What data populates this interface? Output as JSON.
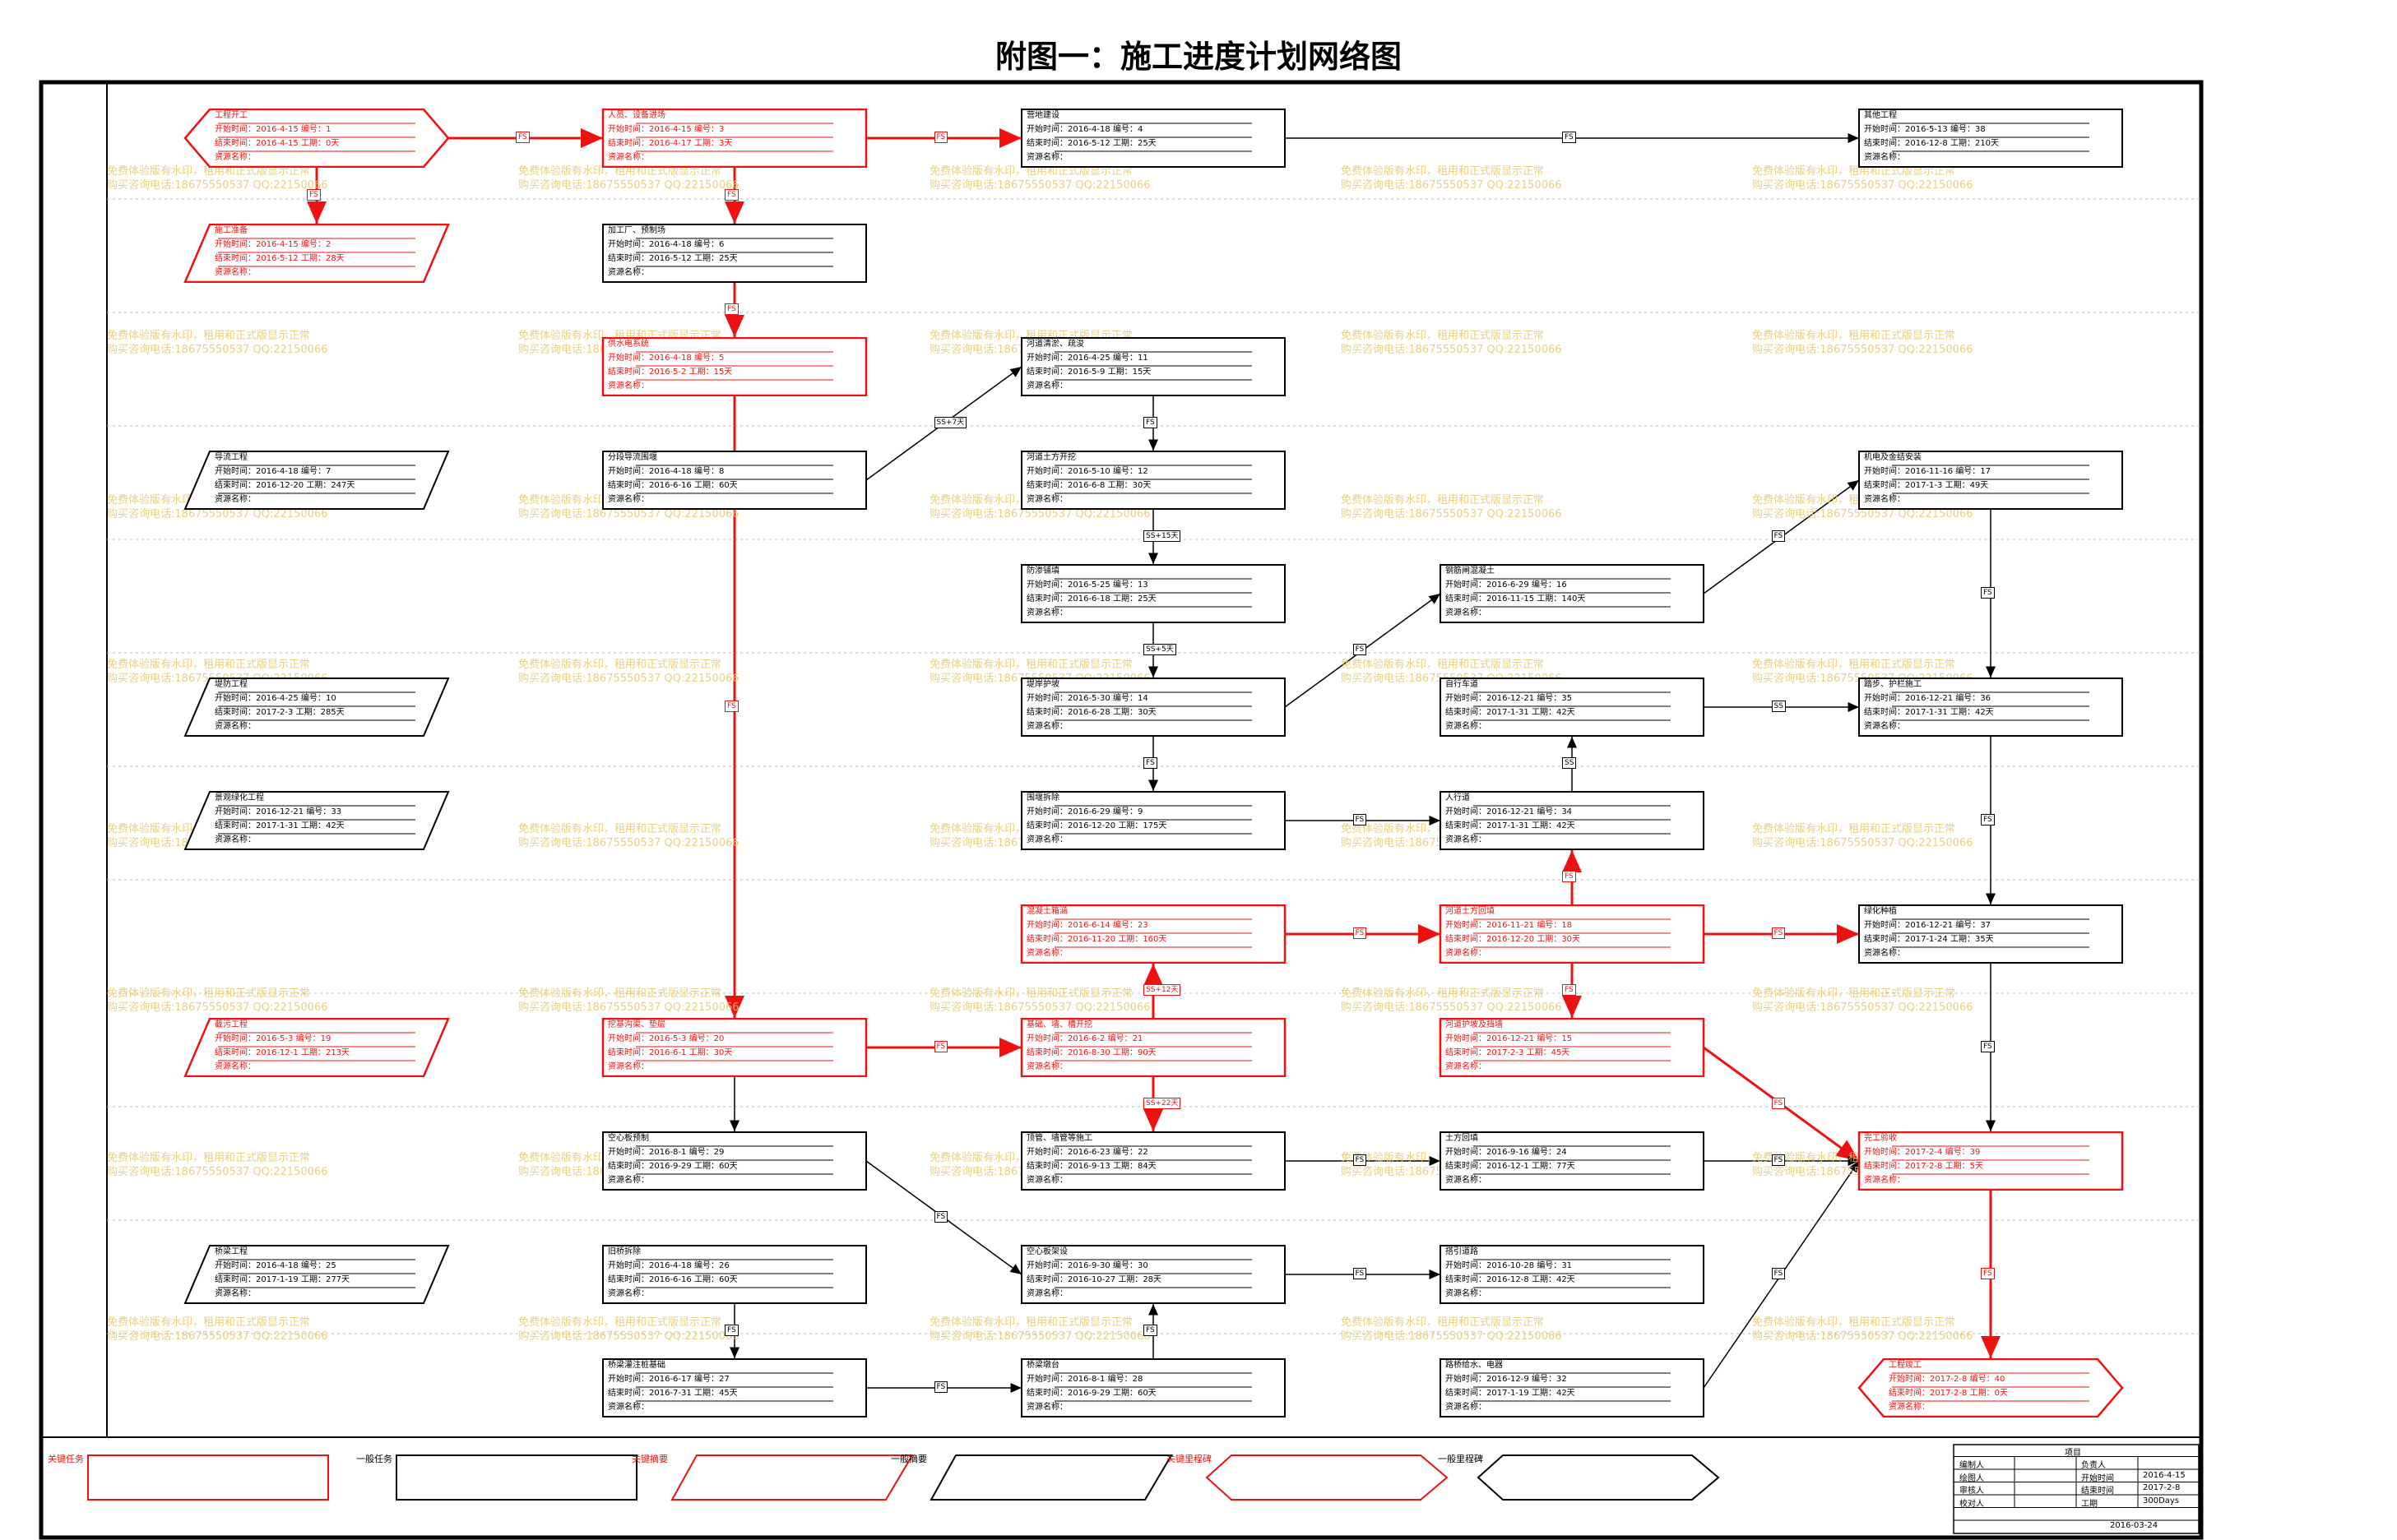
{
  "title": "附图一：施工进度计划网络图",
  "labels": {
    "start": "开始时间：",
    "end": "结束时间：",
    "no": "编号：",
    "dur": "工期：",
    "res": "资源名称："
  },
  "watermark": {
    "line1": "免费体验版有水印，租用和正式版显示正常",
    "line2": "购买咨询电话:18675550537 QQ:22150066"
  },
  "colors": {
    "critical": "#ee1111",
    "normal": "#000000",
    "watermark": "#e3c86a"
  },
  "nodes": [
    {
      "id": "n1",
      "shape": "hex",
      "critical": true,
      "name": "工程开工",
      "start": "2016-4-15",
      "no": "1",
      "end": "2016-4-15",
      "dur": "0天"
    },
    {
      "id": "n2",
      "shape": "para",
      "critical": true,
      "name": "施工准备",
      "start": "2016-4-15",
      "no": "2",
      "end": "2016-5-12",
      "dur": "28天"
    },
    {
      "id": "n3",
      "shape": "rect",
      "critical": true,
      "name": "人员、设备进场",
      "start": "2016-4-15",
      "no": "3",
      "end": "2016-4-17",
      "dur": "3天"
    },
    {
      "id": "n4",
      "shape": "rect",
      "critical": false,
      "name": "营地建设",
      "start": "2016-4-18",
      "no": "4",
      "end": "2016-5-12",
      "dur": "25天"
    },
    {
      "id": "n38",
      "shape": "rect",
      "critical": false,
      "name": "其他工程",
      "start": "2016-5-13",
      "no": "38",
      "end": "2016-12-8",
      "dur": "210天"
    },
    {
      "id": "n6",
      "shape": "rect",
      "critical": false,
      "name": "加工厂、预制场",
      "start": "2016-4-18",
      "no": "6",
      "end": "2016-5-12",
      "dur": "25天"
    },
    {
      "id": "n5",
      "shape": "rect",
      "critical": true,
      "name": "供水电系统",
      "start": "2016-4-18",
      "no": "5",
      "end": "2016-5-2",
      "dur": "15天"
    },
    {
      "id": "n11",
      "shape": "rect",
      "critical": false,
      "name": "河道清淤、疏浚",
      "start": "2016-4-25",
      "no": "11",
      "end": "2016-5-9",
      "dur": "15天"
    },
    {
      "id": "n7",
      "shape": "para",
      "critical": false,
      "name": "导流工程",
      "start": "2016-4-18",
      "no": "7",
      "end": "2016-12-20",
      "dur": "247天"
    },
    {
      "id": "n8",
      "shape": "rect",
      "critical": false,
      "name": "分段导流围堰",
      "start": "2016-4-18",
      "no": "8",
      "end": "2016-6-16",
      "dur": "60天"
    },
    {
      "id": "n12",
      "shape": "rect",
      "critical": false,
      "name": "河道土方开挖",
      "start": "2016-5-10",
      "no": "12",
      "end": "2016-6-8",
      "dur": "30天"
    },
    {
      "id": "n17",
      "shape": "rect",
      "critical": false,
      "name": "机电及金结安装",
      "start": "2016-11-16",
      "no": "17",
      "end": "2017-1-3",
      "dur": "49天"
    },
    {
      "id": "n13",
      "shape": "rect",
      "critical": false,
      "name": "防渗铺填",
      "start": "2016-5-25",
      "no": "13",
      "end": "2016-6-18",
      "dur": "25天"
    },
    {
      "id": "n16",
      "shape": "rect",
      "critical": false,
      "name": "钢筋闸混凝土",
      "start": "2016-6-29",
      "no": "16",
      "end": "2016-11-15",
      "dur": "140天"
    },
    {
      "id": "n10",
      "shape": "para",
      "critical": false,
      "name": "堤防工程",
      "start": "2016-4-25",
      "no": "10",
      "end": "2017-2-3",
      "dur": "285天"
    },
    {
      "id": "n14",
      "shape": "rect",
      "critical": false,
      "name": "堤岸护坡",
      "start": "2016-5-30",
      "no": "14",
      "end": "2016-6-28",
      "dur": "30天"
    },
    {
      "id": "n35",
      "shape": "rect",
      "critical": false,
      "name": "自行车道",
      "start": "2016-12-21",
      "no": "35",
      "end": "2017-1-31",
      "dur": "42天"
    },
    {
      "id": "n36",
      "shape": "rect",
      "critical": false,
      "name": "踏步、护栏施工",
      "start": "2016-12-21",
      "no": "36",
      "end": "2017-1-31",
      "dur": "42天"
    },
    {
      "id": "n33",
      "shape": "para",
      "critical": false,
      "name": "景观绿化工程",
      "start": "2016-12-21",
      "no": "33",
      "end": "2017-1-31",
      "dur": "42天"
    },
    {
      "id": "n9",
      "shape": "rect",
      "critical": false,
      "name": "围堰拆除",
      "start": "2016-6-29",
      "no": "9",
      "end": "2016-12-20",
      "dur": "175天"
    },
    {
      "id": "n34",
      "shape": "rect",
      "critical": false,
      "name": "人行道",
      "start": "2016-12-21",
      "no": "34",
      "end": "2017-1-31",
      "dur": "42天"
    },
    {
      "id": "n23",
      "shape": "rect",
      "critical": true,
      "name": "混凝土箱涵",
      "start": "2016-6-14",
      "no": "23",
      "end": "2016-11-20",
      "dur": "160天"
    },
    {
      "id": "n18",
      "shape": "rect",
      "critical": true,
      "name": "河道土方回填",
      "start": "2016-11-21",
      "no": "18",
      "end": "2016-12-20",
      "dur": "30天"
    },
    {
      "id": "n37",
      "shape": "rect",
      "critical": false,
      "name": "绿化种植",
      "start": "2016-12-21",
      "no": "37",
      "end": "2017-1-24",
      "dur": "35天"
    },
    {
      "id": "n19",
      "shape": "para",
      "critical": true,
      "name": "截污工程",
      "start": "2016-5-3",
      "no": "19",
      "end": "2016-12-1",
      "dur": "213天"
    },
    {
      "id": "n20",
      "shape": "rect",
      "critical": true,
      "name": "挖基沟渠、垫层",
      "start": "2016-5-3",
      "no": "20",
      "end": "2016-6-1",
      "dur": "30天"
    },
    {
      "id": "n21",
      "shape": "rect",
      "critical": true,
      "name": "基础、墙、槽开挖",
      "start": "2016-6-2",
      "no": "21",
      "end": "2016-8-30",
      "dur": "90天"
    },
    {
      "id": "n15",
      "shape": "rect",
      "critical": true,
      "name": "河道护坡及挡墙",
      "start": "2016-12-21",
      "no": "15",
      "end": "2017-2-3",
      "dur": "45天"
    },
    {
      "id": "n29",
      "shape": "rect",
      "critical": false,
      "name": "空心板预制",
      "start": "2016-8-1",
      "no": "29",
      "end": "2016-9-29",
      "dur": "60天"
    },
    {
      "id": "n22",
      "shape": "rect",
      "critical": false,
      "name": "顶管、墙管等施工",
      "start": "2016-6-23",
      "no": "22",
      "end": "2016-9-13",
      "dur": "84天"
    },
    {
      "id": "n24",
      "shape": "rect",
      "critical": false,
      "name": "土方回填",
      "start": "2016-9-16",
      "no": "24",
      "end": "2016-12-1",
      "dur": "77天"
    },
    {
      "id": "n39",
      "shape": "rect",
      "critical": true,
      "name": "完工验收",
      "start": "2017-2-4",
      "no": "39",
      "end": "2017-2-8",
      "dur": "5天"
    },
    {
      "id": "n25",
      "shape": "para",
      "critical": false,
      "name": "桥梁工程",
      "start": "2016-4-18",
      "no": "25",
      "end": "2017-1-19",
      "dur": "277天"
    },
    {
      "id": "n26",
      "shape": "rect",
      "critical": false,
      "name": "旧桥拆除",
      "start": "2016-4-18",
      "no": "26",
      "end": "2016-6-16",
      "dur": "60天"
    },
    {
      "id": "n30",
      "shape": "rect",
      "critical": false,
      "name": "空心板架设",
      "start": "2016-9-30",
      "no": "30",
      "end": "2016-10-27",
      "dur": "28天"
    },
    {
      "id": "n31",
      "shape": "rect",
      "critical": false,
      "name": "搭引道路",
      "start": "2016-10-28",
      "no": "31",
      "end": "2016-12-8",
      "dur": "42天"
    },
    {
      "id": "n27",
      "shape": "rect",
      "critical": false,
      "name": "桥梁灌注桩基础",
      "start": "2016-6-17",
      "no": "27",
      "end": "2016-7-31",
      "dur": "45天"
    },
    {
      "id": "n28",
      "shape": "rect",
      "critical": false,
      "name": "桥梁墩台",
      "start": "2016-8-1",
      "no": "28",
      "end": "2016-9-29",
      "dur": "60天"
    },
    {
      "id": "n32",
      "shape": "rect",
      "critical": false,
      "name": "路桥给水、电器",
      "start": "2016-12-9",
      "no": "32",
      "end": "2017-1-19",
      "dur": "42天"
    },
    {
      "id": "n40",
      "shape": "hex",
      "critical": true,
      "name": "工程竣工",
      "start": "2017-2-8",
      "no": "40",
      "end": "2017-2-8",
      "dur": "0天"
    }
  ],
  "links": [
    {
      "from": "n1",
      "to": "n3",
      "label": "FS",
      "critical": true
    },
    {
      "from": "n1",
      "to": "n2",
      "label": "FS",
      "critical": true
    },
    {
      "from": "n3",
      "to": "n4",
      "label": "FS",
      "critical": true
    },
    {
      "from": "n4",
      "to": "n38",
      "label": "FS",
      "critical": false
    },
    {
      "from": "n3",
      "to": "n6",
      "label": "FS",
      "critical": true
    },
    {
      "from": "n6",
      "to": "n5",
      "label": "FS",
      "critical": true
    },
    {
      "from": "n8",
      "to": "n11",
      "label": "SS+7天",
      "critical": false
    },
    {
      "from": "n11",
      "to": "n12",
      "label": "FS",
      "critical": false
    },
    {
      "from": "n12",
      "to": "n13",
      "label": "SS+15天",
      "critical": false
    },
    {
      "from": "n13",
      "to": "n14",
      "label": "SS+5天",
      "critical": false
    },
    {
      "from": "n14",
      "to": "n16",
      "label": "FS",
      "critical": false
    },
    {
      "from": "n16",
      "to": "n17",
      "label": "FS",
      "critical": false
    },
    {
      "from": "n17",
      "to": "n36",
      "label": "FS",
      "critical": false
    },
    {
      "from": "n35",
      "to": "n36",
      "label": "SS",
      "critical": false
    },
    {
      "from": "n34",
      "to": "n35",
      "label": "SS",
      "critical": false
    },
    {
      "from": "n14",
      "to": "n9",
      "label": "FS",
      "critical": false
    },
    {
      "from": "n9",
      "to": "n34",
      "label": "FS",
      "critical": false
    },
    {
      "from": "n36",
      "to": "n37",
      "label": "FS",
      "critical": false
    },
    {
      "from": "n37",
      "to": "n39",
      "label": "FS",
      "critical": false
    },
    {
      "from": "n23",
      "to": "n18",
      "label": "FS",
      "critical": true
    },
    {
      "from": "n18",
      "to": "n34",
      "label": "FS",
      "critical": true
    },
    {
      "from": "n18",
      "to": "n37",
      "label": "FS",
      "critical": true
    },
    {
      "from": "n18",
      "to": "n15",
      "label": "FS",
      "critical": true
    },
    {
      "from": "n21",
      "to": "n23",
      "label": "SS+12天",
      "critical": true
    },
    {
      "from": "n5",
      "to": "n20",
      "label": "FS",
      "critical": true
    },
    {
      "from": "n20",
      "to": "n21",
      "label": "FS",
      "critical": true
    },
    {
      "from": "n21",
      "to": "n22",
      "label": "SS+22天",
      "critical": true
    },
    {
      "from": "n15",
      "to": "n39",
      "label": "FS",
      "critical": true
    },
    {
      "from": "n20",
      "to": "n29",
      "label": "",
      "critical": false
    },
    {
      "from": "n22",
      "to": "n24",
      "label": "FS",
      "critical": false
    },
    {
      "from": "n24",
      "to": "n39",
      "label": "FS",
      "critical": false
    },
    {
      "from": "n29",
      "to": "n30",
      "label": "FS",
      "critical": false
    },
    {
      "from": "n30",
      "to": "n31",
      "label": "FS",
      "critical": false
    },
    {
      "from": "n26",
      "to": "n27",
      "label": "FS",
      "critical": false
    },
    {
      "from": "n27",
      "to": "n28",
      "label": "FS",
      "critical": false
    },
    {
      "from": "n28",
      "to": "n30",
      "label": "FS",
      "critical": false
    },
    {
      "from": "n32",
      "to": "n39",
      "label": "FS",
      "critical": false
    },
    {
      "from": "n39",
      "to": "n40",
      "label": "FS",
      "critical": true
    }
  ],
  "legend": {
    "critical_task": "关键任务",
    "normal_task": "一般任务",
    "critical_summary": "关键摘要",
    "normal_summary": "一般摘要",
    "critical_milestone": "关键里程碑",
    "normal_milestone": "一般里程碑"
  },
  "title_block": {
    "header": "项目",
    "rows": [
      {
        "k1": "编制人",
        "v1": "",
        "k2": "负责人",
        "v2": ""
      },
      {
        "k1": "绘图人",
        "v1": "",
        "k2": "开始时间",
        "v2": "2016-4-15"
      },
      {
        "k1": "审核人",
        "v1": "",
        "k2": "结束时间",
        "v2": "2017-2-8"
      },
      {
        "k1": "校对人",
        "v1": "",
        "k2": "工期",
        "v2": "300Days"
      }
    ],
    "date": "2016-03-24"
  }
}
